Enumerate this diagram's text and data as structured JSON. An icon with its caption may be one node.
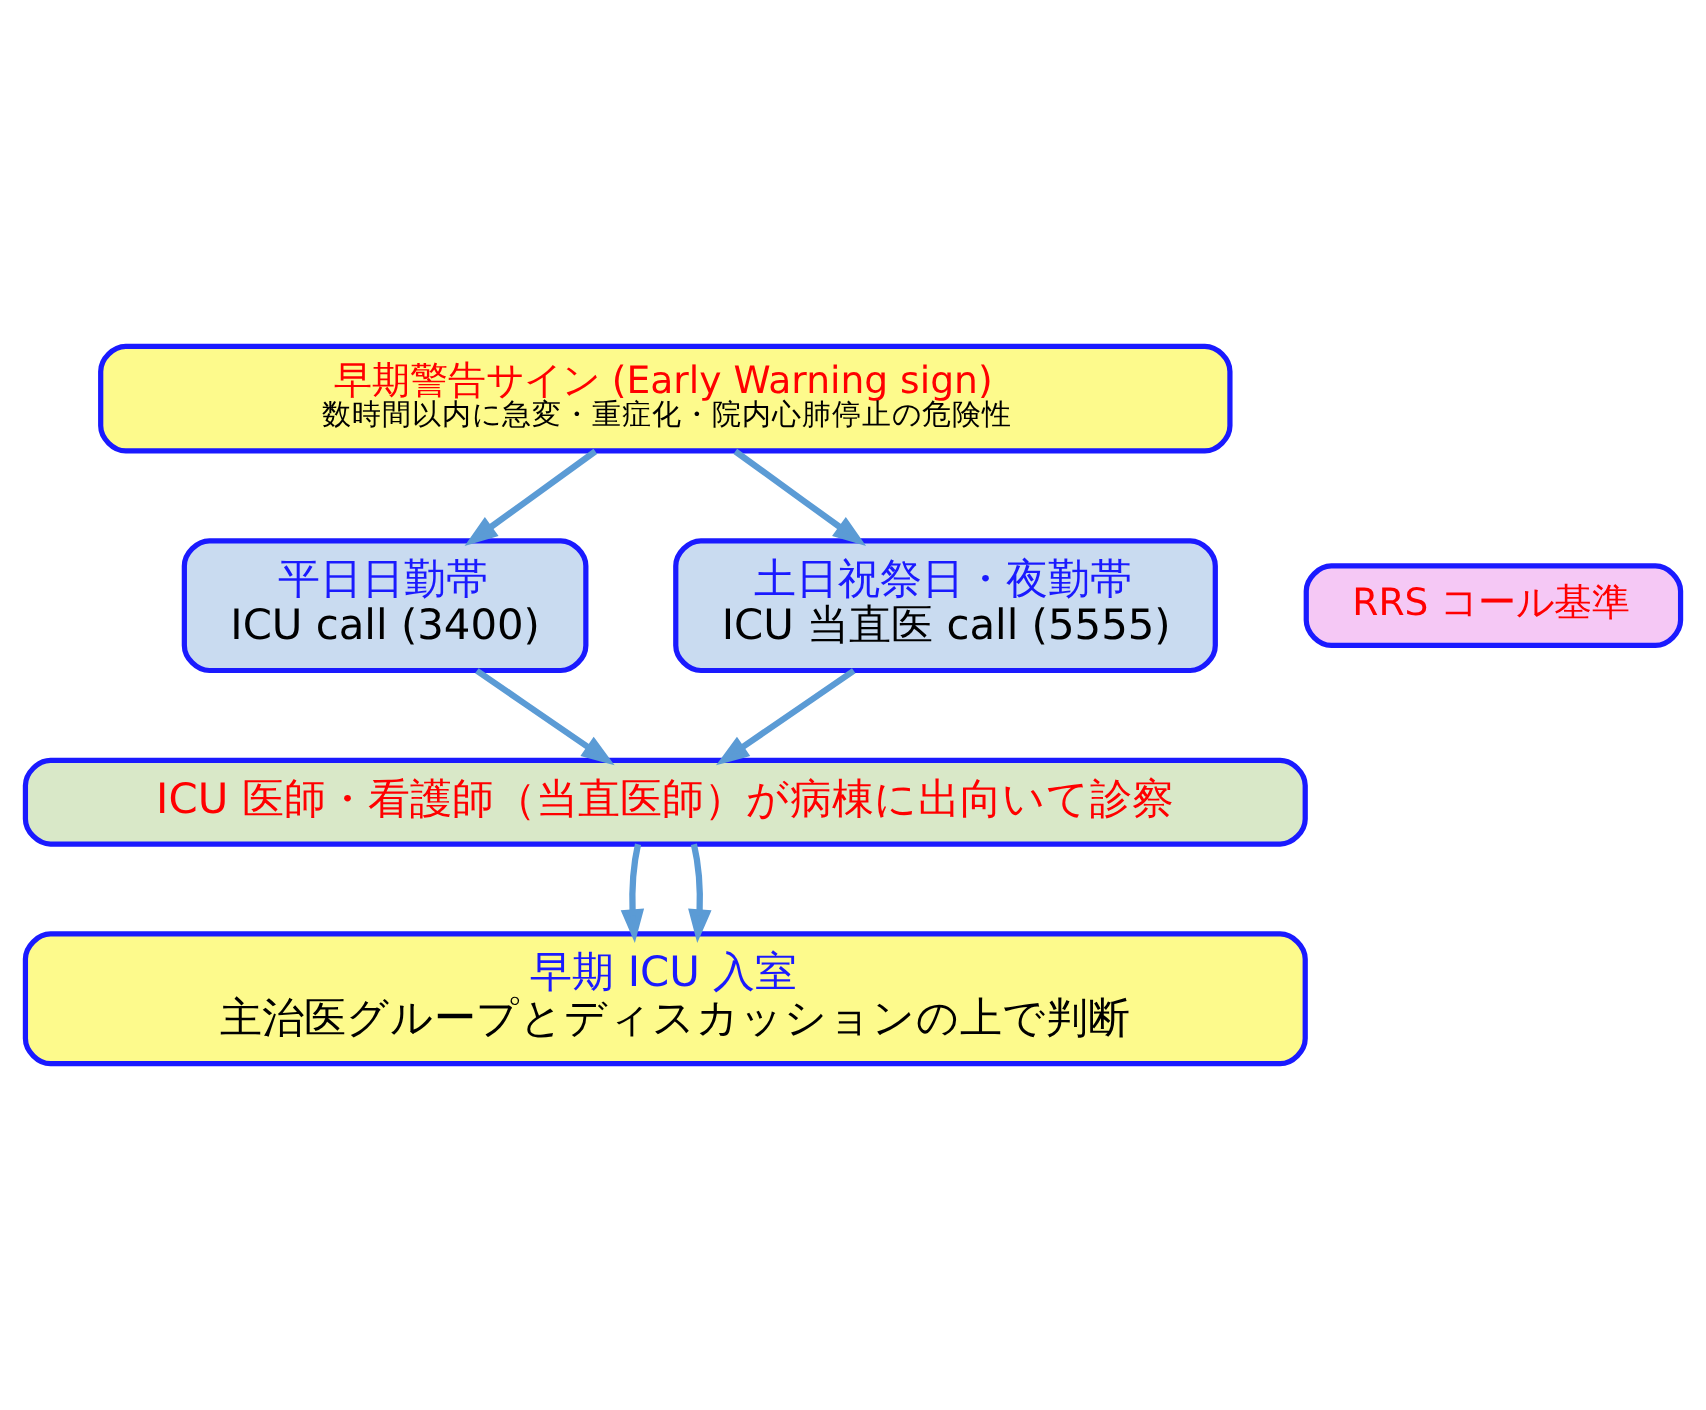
{
  "diagram": {
    "nodes": [
      {
        "text": [
          "早期警告サイン (Early Warning sign)",
          "数時間以内に急変・重症化・院内心肺停止の危険性"
        ]
      },
      {
        "text": [
          "RRS コール基準"
        ]
      },
      {
        "text": [
          "平日日勤帯",
          "ICU call (3400)"
        ]
      },
      {
        "text": [
          "土日祝祭日・夜勤帯",
          "ICU 当直医 call (5555)"
        ]
      },
      {
        "text": [
          "ICU 医師・看護師（当直医師）が病棟に出向いて診察"
        ]
      },
      {
        "text": [
          "早期 ICU 入室",
          "主治医グループとディスカッションの上で判断"
        ]
      }
    ],
    "edges": [
      {
        "from": 0,
        "to": 2,
        "arrow": "to"
      },
      {
        "from": 0,
        "to": 3,
        "arrow": "to"
      },
      {
        "from": 2,
        "to": 4,
        "arrow": "to"
      },
      {
        "from": 3,
        "to": 4,
        "arrow": "to"
      },
      {
        "from": 4,
        "to": 5,
        "arrow": "to"
      },
      {
        "from": 4,
        "to": 5,
        "arrow": "to"
      }
    ]
  }
}
